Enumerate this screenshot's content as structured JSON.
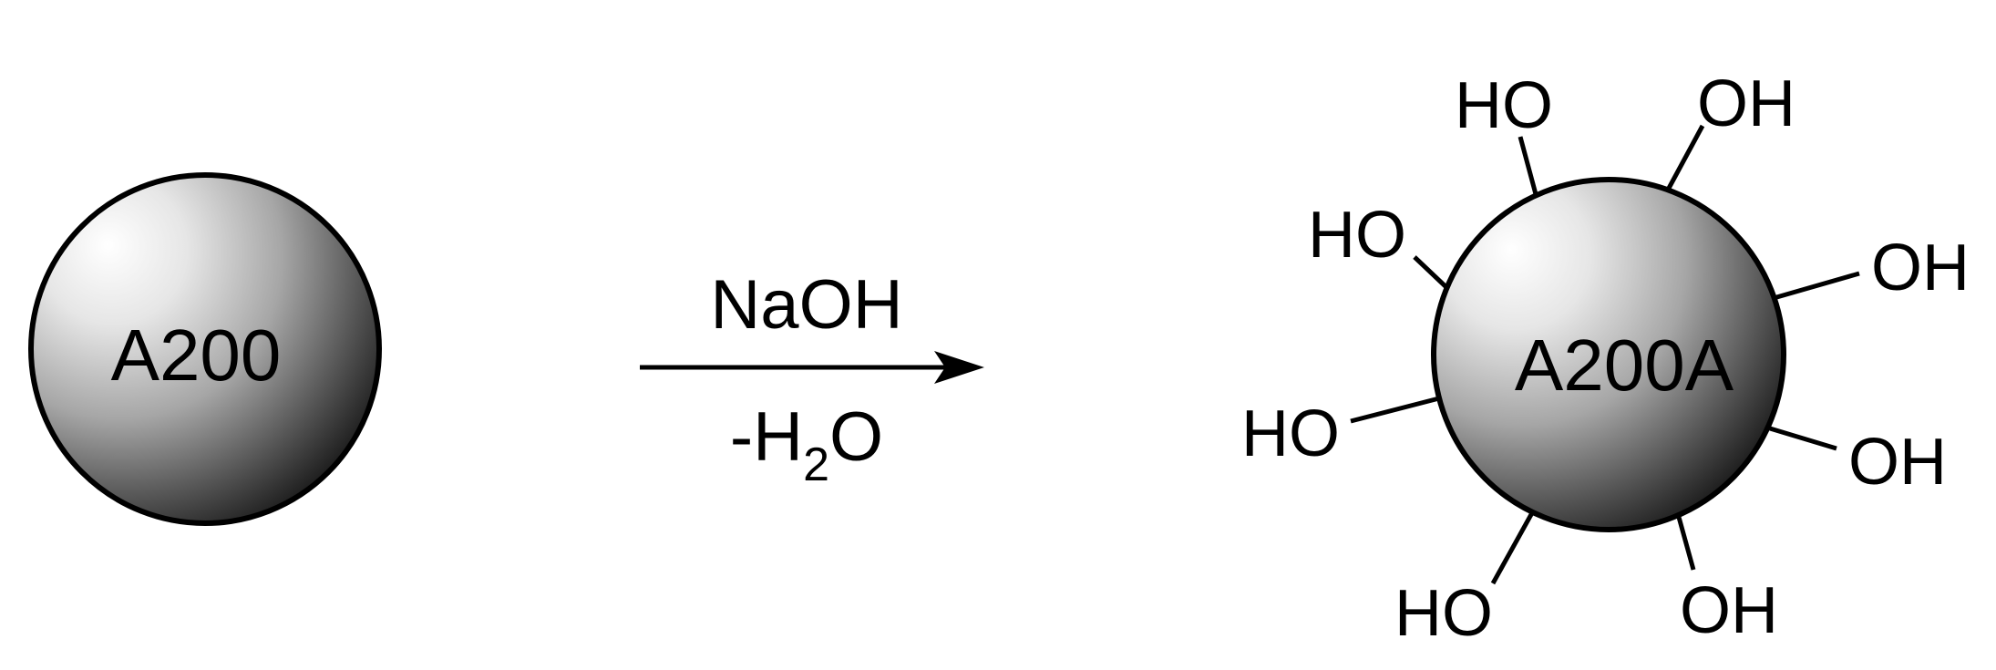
{
  "reactant": {
    "label": "A200"
  },
  "reagents": {
    "above": "NaOH",
    "below_prefix": "-H",
    "below_subscript": "2",
    "below_suffix": "O"
  },
  "product": {
    "label": "A200A",
    "groups": [
      "HO",
      "OH",
      "HO",
      "OH",
      "HO",
      "OH",
      "HO",
      "OH"
    ]
  },
  "colors": {
    "ink": "#000000",
    "sphere_highlight": "#ffffff",
    "sphere_shadow": "#151515"
  }
}
